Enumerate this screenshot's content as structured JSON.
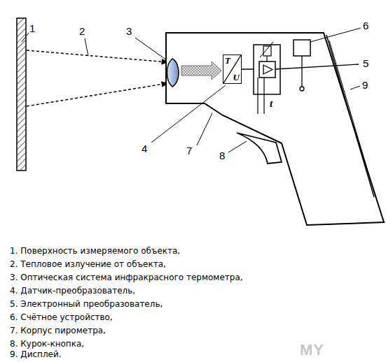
{
  "diagram": {
    "nodes": [
      {
        "text": [
          "T",
          "U"
        ]
      }
    ],
    "labels": [
      "1",
      "2",
      "3",
      "4",
      "5",
      "6",
      "7",
      "8",
      "9",
      "t",
      "1. Поверхность измеряемого объекта,",
      "2. Тепловое излучение от объекта,",
      "3. Оптическая система инфракрасного термометра,",
      "4. Датчик-преобразователь,",
      "5. Электронный преобразователь,",
      "6. Счётное устройство,",
      "7. Корпус пирометра,",
      "8. Курок-кнопка,",
      "9. Дисплей.",
      "MY"
    ]
  }
}
